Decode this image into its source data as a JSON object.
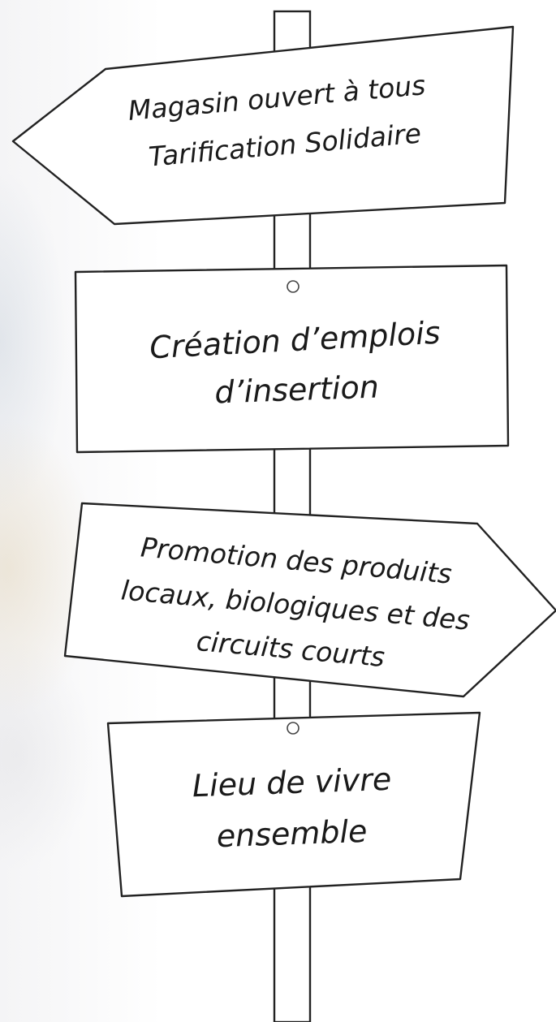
{
  "signpost": {
    "signs": [
      {
        "lines": [
          "Magasin ouvert à tous",
          "Tarification Solidaire"
        ]
      },
      {
        "lines": [
          "Création d’emplois",
          "d’insertion"
        ]
      },
      {
        "lines": [
          "Promotion des produits",
          "locaux, biologiques et des",
          "circuits courts"
        ]
      },
      {
        "lines": [
          "Lieu de vivre",
          "ensemble"
        ]
      }
    ]
  }
}
